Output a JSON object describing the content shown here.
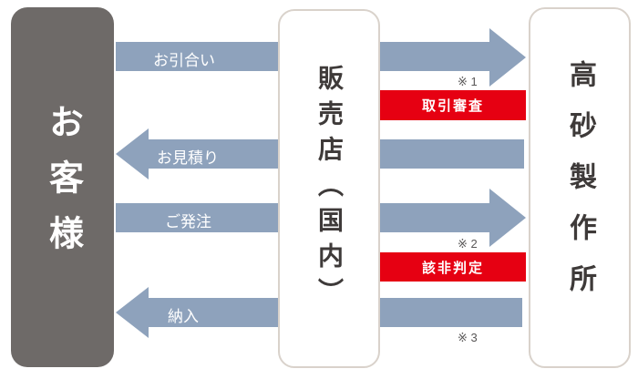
{
  "entities": [
    {
      "id": "customer",
      "label": "お客様",
      "style": "dark"
    },
    {
      "id": "dealer",
      "label": "販売店（国内）",
      "style": "light"
    },
    {
      "id": "manufacturer",
      "label": "高砂製作所",
      "style": "light"
    }
  ],
  "flows": [
    {
      "label": "お引合い",
      "direction": "right",
      "from": "customer",
      "to": "manufacturer"
    },
    {
      "label": "お見積り",
      "direction": "left",
      "from": "manufacturer",
      "to": "customer"
    },
    {
      "label": "ご発注",
      "direction": "right",
      "from": "customer",
      "to": "manufacturer"
    },
    {
      "label": "納入",
      "direction": "left",
      "from": "manufacturer",
      "to": "customer"
    }
  ],
  "badges": [
    {
      "label": "取引審査",
      "note": "※ 1"
    },
    {
      "label": "該非判定",
      "note": "※ 2"
    }
  ],
  "notes": [
    {
      "label": "※ 1"
    },
    {
      "label": "※ 2"
    },
    {
      "label": "※ 3"
    }
  ],
  "colors": {
    "arrow": "#8ea2bc",
    "badge_red": "#e60012",
    "customer_box": "#6e6a68",
    "box_border": "#d9d2cb",
    "box_text": "#3e3a39",
    "note_text": "#595757"
  }
}
